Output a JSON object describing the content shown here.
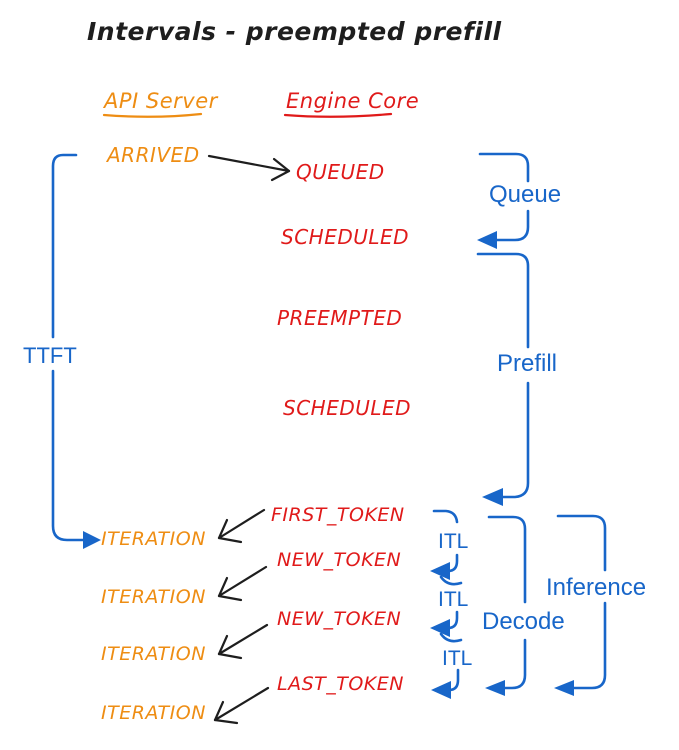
{
  "title": "Intervals - preempted prefill",
  "colors": {
    "blue": "#1866c9",
    "red": "#e01a1a",
    "orange": "#ee8d13",
    "ink": "#1e1e1e",
    "background": "#ffffff"
  },
  "columns": {
    "api_server": "API Server",
    "engine_core": "Engine Core"
  },
  "api_server_events": {
    "arrived": "ARRIVED",
    "iterations": [
      "ITERATION",
      "ITERATION",
      "ITERATION",
      "ITERATION"
    ]
  },
  "engine_core_events": {
    "queued": "QUEUED",
    "scheduled_first": "SCHEDULED",
    "preempted": "PREEMPTED",
    "scheduled_again": "SCHEDULED",
    "first_token": "FIRST_TOKEN",
    "new_token_1": "NEW_TOKEN",
    "new_token_2": "NEW_TOKEN",
    "last_token": "LAST_TOKEN"
  },
  "intervals": {
    "ttft": "TTFT",
    "queue": "Queue",
    "prefill": "Prefill",
    "itl": [
      "ITL",
      "ITL",
      "ITL"
    ],
    "decode": "Decode",
    "inference": "Inference"
  }
}
